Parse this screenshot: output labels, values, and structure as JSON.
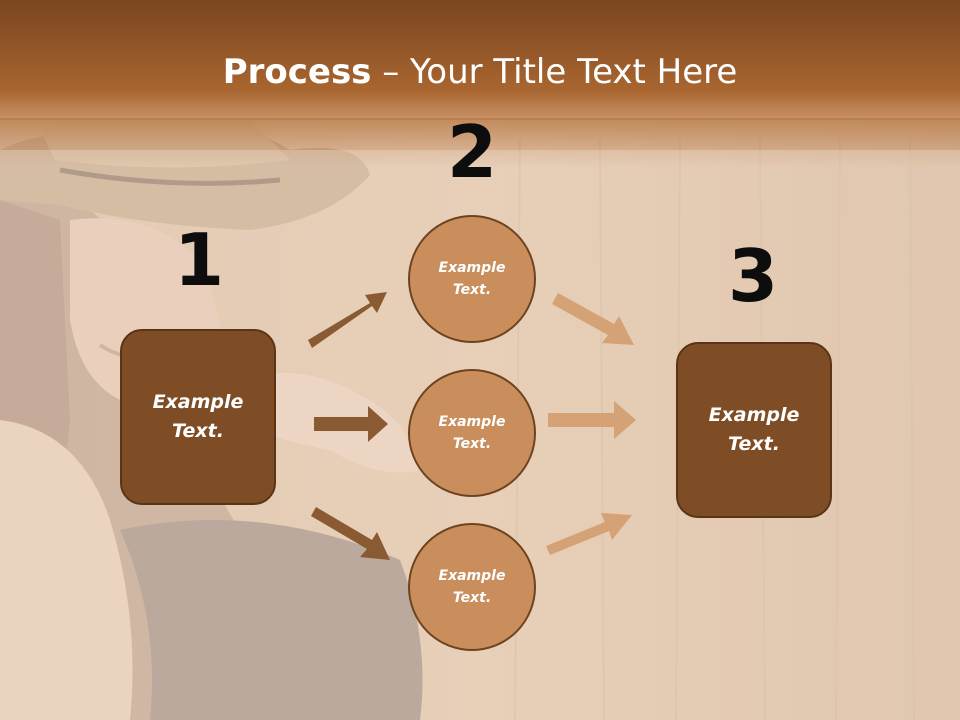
{
  "slide": {
    "title_bold": "Process",
    "title_rest": " – Your Title Text Here",
    "numbers": [
      "1",
      "2",
      "3"
    ],
    "left_box": "Example Text.",
    "circles": [
      "Example Text.",
      "Example Text.",
      "Example Text."
    ],
    "right_box": "Example Text."
  },
  "colors": {
    "header_brown": "#8a5326",
    "box_brown": "#7f4d25",
    "circle_tan": "#c98e5c",
    "arrow_dark": "#8a5a33",
    "arrow_light": "#d4a274"
  }
}
